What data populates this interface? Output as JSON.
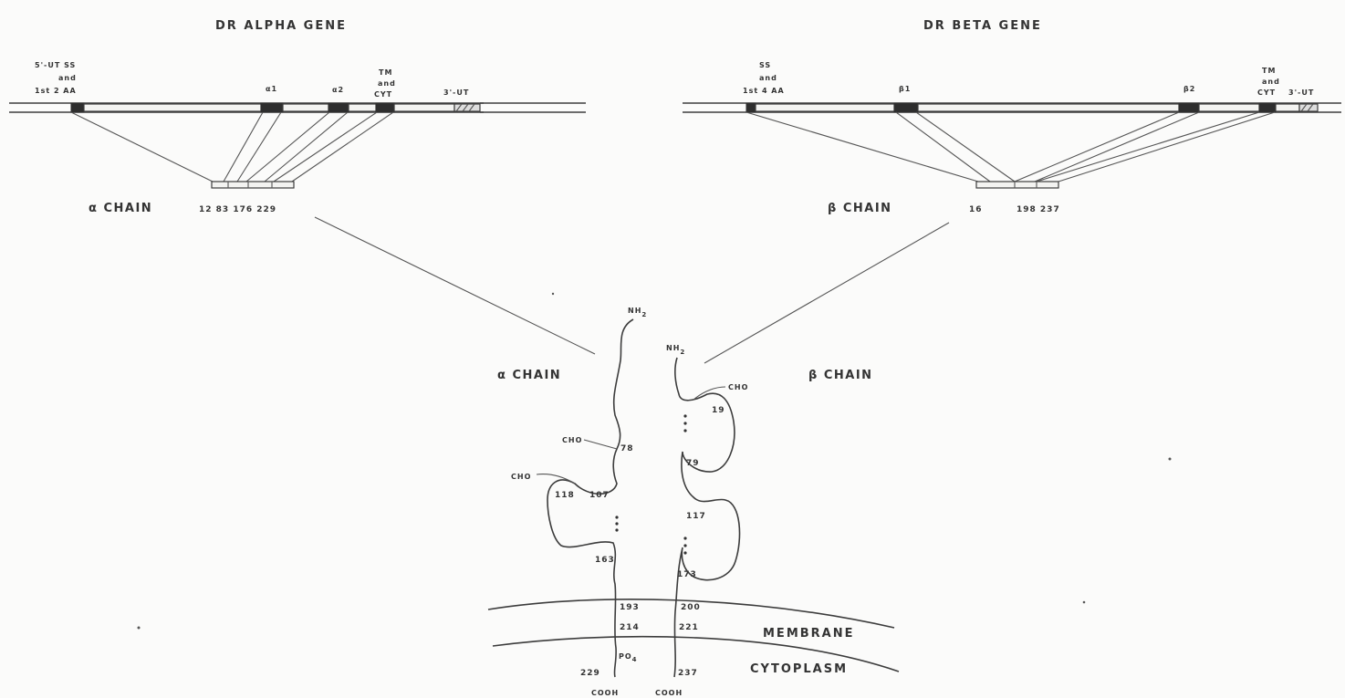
{
  "alpha_gene": {
    "title": "DR ALPHA GENE",
    "label_utr5": "5'-UT SS",
    "label_and1": "and",
    "label_first_aa": "1st 2 AA",
    "label_a1": "α1",
    "label_a2": "α2",
    "label_tm": "TM",
    "label_and2": "and",
    "label_cyt": "CYT",
    "label_utr3": "3'-UT"
  },
  "beta_gene": {
    "title": "DR BETA GENE",
    "label_ss": "SS",
    "label_and1": "and",
    "label_first_aa": "1st 4 AA",
    "label_b1": "β1",
    "label_b2": "β2",
    "label_tm": "TM",
    "label_and2": "and",
    "label_cyt": "CYT",
    "label_utr3": "3'-UT"
  },
  "alpha_chain_bar": {
    "label": "α CHAIN",
    "positions": "12 83 176 229"
  },
  "beta_chain_bar": {
    "label": "β CHAIN",
    "pos1": "16",
    "pos2": "198 237"
  },
  "molecule": {
    "alpha_label": "α CHAIN",
    "beta_label": "β CHAIN",
    "nh2": "NH",
    "nh2_sub": "2",
    "cho": "CHO",
    "po4": "PO",
    "po4_sub": "4",
    "cooh": "COOH",
    "alpha_residues": [
      "78",
      "118",
      "107",
      "163",
      "193",
      "214",
      "229"
    ],
    "beta_residues": [
      "19",
      "79",
      "117",
      "173",
      "200",
      "221",
      "237"
    ]
  },
  "zones": {
    "membrane": "MEMBRANE",
    "cytoplasm": "CYTOPLASM"
  }
}
